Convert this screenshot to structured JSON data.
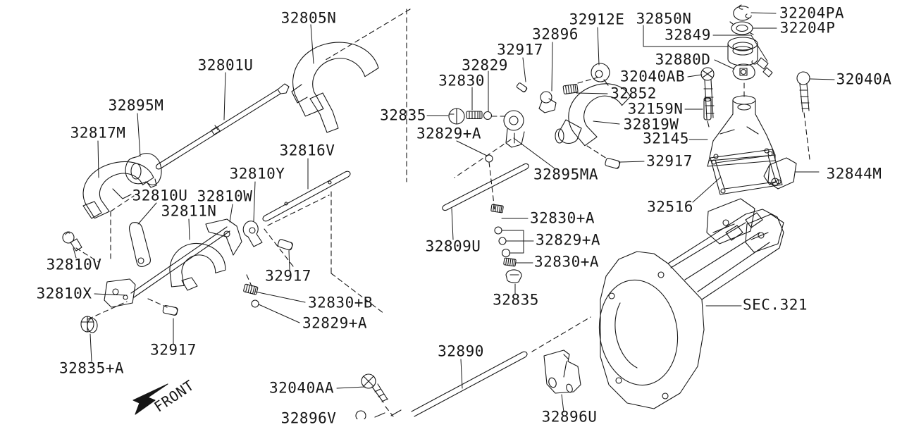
{
  "colors": {
    "line": "#161616",
    "background": "#ffffff"
  },
  "diagram": {
    "section_ref": "SEC.321",
    "front_indicator": "FRONT"
  },
  "labels": [
    {
      "text": "32805N"
    },
    {
      "text": "32801U"
    },
    {
      "text": "32895M"
    },
    {
      "text": "32817M"
    },
    {
      "text": "32810U"
    },
    {
      "text": "32810W"
    },
    {
      "text": "32811N"
    },
    {
      "text": "32810Y"
    },
    {
      "text": "32816V"
    },
    {
      "text": "32835"
    },
    {
      "text": "32830"
    },
    {
      "text": "32829"
    },
    {
      "text": "32917"
    },
    {
      "text": "32896"
    },
    {
      "text": "32912E"
    },
    {
      "text": "32850N"
    },
    {
      "text": "32849"
    },
    {
      "text": "32880D"
    },
    {
      "text": "32040AB"
    },
    {
      "text": "32852"
    },
    {
      "text": "32159N"
    },
    {
      "text": "32819W"
    },
    {
      "text": "32145"
    },
    {
      "text": "32917"
    },
    {
      "text": "32895MA"
    },
    {
      "text": "32516"
    },
    {
      "text": "32204PA"
    },
    {
      "text": "32204P"
    },
    {
      "text": "32040A"
    },
    {
      "text": "32844M"
    },
    {
      "text": "SEC.321"
    },
    {
      "text": "32829+A"
    },
    {
      "text": "32809U"
    },
    {
      "text": "32830+A"
    },
    {
      "text": "32829+A"
    },
    {
      "text": "32830+A"
    },
    {
      "text": "32835"
    },
    {
      "text": "32890"
    },
    {
      "text": "32896U"
    },
    {
      "text": "32810V"
    },
    {
      "text": "32810X"
    },
    {
      "text": "32917"
    },
    {
      "text": "32830+B"
    },
    {
      "text": "32829+A"
    },
    {
      "text": "32917"
    },
    {
      "text": "32835+A"
    },
    {
      "text": "32040AA"
    },
    {
      "text": "32896V"
    },
    {
      "text": "FRONT"
    }
  ]
}
